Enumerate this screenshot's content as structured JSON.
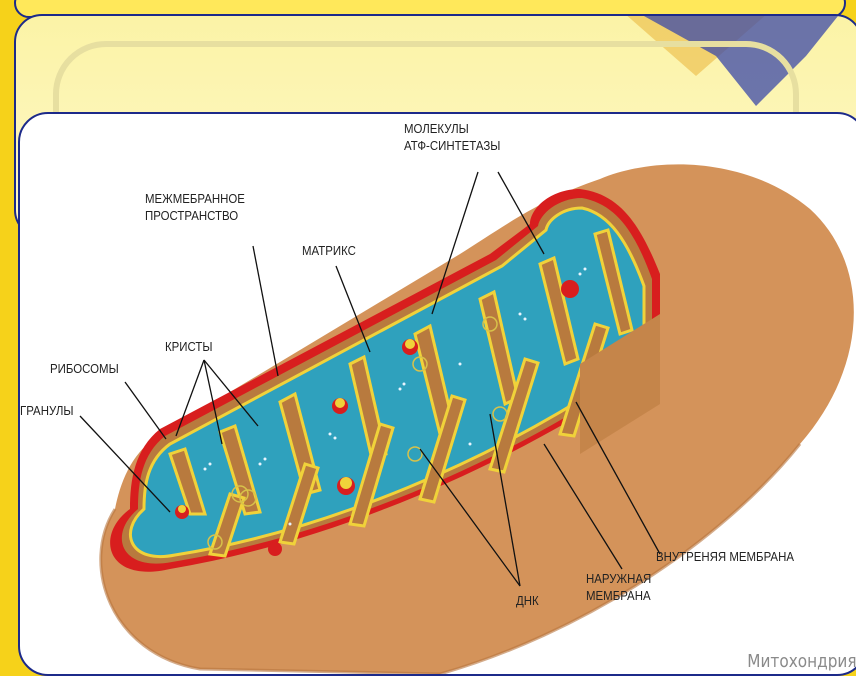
{
  "labels": {
    "atp_synthase": "МОЛЕКУЛЫ\nАТФ-СИНТЕТАЗЫ",
    "intermembrane": "МЕЖМЕБРАННОЕ\nПРОСТРАНСТВО",
    "matrix": "МАТРИКС",
    "cristae": "КРИСТЫ",
    "ribosomes": "РИБОСОМЫ",
    "granules": "ГРАНУЛЫ",
    "inner_membrane": "ВНУТРЕНЯЯ МЕМБРАНА",
    "outer_membrane": "НАРУЖНАЯ\nМЕМБРАНА",
    "dna": "ДНК"
  },
  "caption": "Митохондрия",
  "colors": {
    "page_background": "#f6d21a",
    "panel_border": "#1c2a8a",
    "outer_body": "#d4935a",
    "outer_membrane": "#d81e1e",
    "matrix": "#2fa1bd",
    "inner_membrane": "#f0d23a"
  }
}
